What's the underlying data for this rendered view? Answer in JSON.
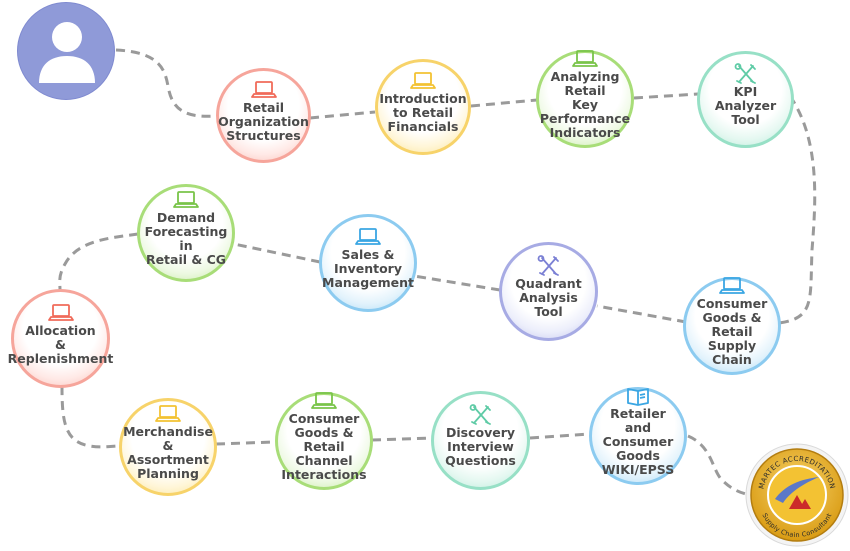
{
  "avatar": {
    "icon": "user-icon"
  },
  "nodes": [
    {
      "id": "retail-org-structures",
      "label": "Retail\nOrganization\nStructures",
      "icon": "laptop-icon",
      "color": "red"
    },
    {
      "id": "intro-retail-financials",
      "label": "Introduction\nto Retail\nFinancials",
      "icon": "laptop-icon",
      "color": "yellow"
    },
    {
      "id": "analyzing-retail-kpi",
      "label": "Analyzing Retail\nKey Performance\nIndicators",
      "icon": "laptop-icon",
      "color": "green"
    },
    {
      "id": "kpi-analyzer-tool",
      "label": "KPI Analyzer\nTool",
      "icon": "tools-icon",
      "color": "teal"
    },
    {
      "id": "cg-retail-supply-chain",
      "label": "Consumer\nGoods & Retail\nSupply Chain",
      "icon": "laptop-icon",
      "color": "blue"
    },
    {
      "id": "quadrant-analysis-tool",
      "label": "Quadrant\nAnalysis\nTool",
      "icon": "tools-icon",
      "color": "purple"
    },
    {
      "id": "sales-inventory-mgmt",
      "label": "Sales &\nInventory\nManagement",
      "icon": "laptop-icon",
      "color": "blue"
    },
    {
      "id": "demand-forecasting",
      "label": "Demand\nForecasting in\nRetail & CG",
      "icon": "laptop-icon",
      "color": "green"
    },
    {
      "id": "allocation-replenishment",
      "label": "Allocation\n&\nReplenishment",
      "icon": "laptop-icon",
      "color": "red"
    },
    {
      "id": "merch-assortment-planning",
      "label": "Merchandise\n& Assortment\nPlanning",
      "icon": "laptop-icon",
      "color": "yellow"
    },
    {
      "id": "cg-retail-channel",
      "label": "Consumer\nGoods & Retail\nChannel\nInteractions",
      "icon": "laptop-icon",
      "color": "green"
    },
    {
      "id": "discovery-interview",
      "label": "Discovery\nInterview\nQuestions",
      "icon": "tools-icon",
      "color": "teal"
    },
    {
      "id": "retailer-cg-wiki",
      "label": "Retailer and\nConsumer Goods\nWIKI/EPSS",
      "icon": "book-icon",
      "color": "blue"
    }
  ],
  "badge": {
    "top_text": "MARTEC ACCREDITATION",
    "bottom_text": "Supply Chain Consultant",
    "colors": {
      "gold": "#e8b21f",
      "dark": "#b37d10",
      "blue": "#5b78c8",
      "red": "#cc2a2a"
    }
  },
  "colors": {
    "red": "#f06b5a",
    "yellow": "#f3c233",
    "green": "#79c449",
    "teal": "#5fcba6",
    "blue": "#3aa6e3",
    "purple": "#7b80d4",
    "path": "#9a9a9a"
  }
}
